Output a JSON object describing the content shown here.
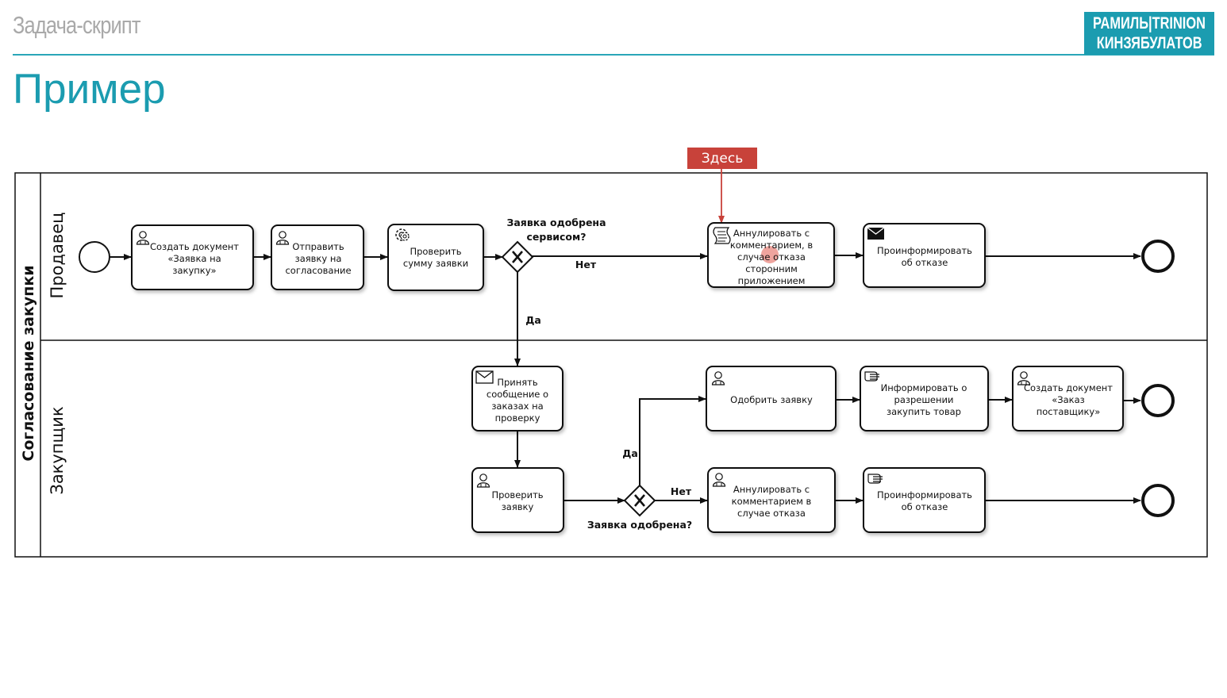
{
  "header": {
    "topic": "Задача-скрипт",
    "logo_line1": "РАМИЛЬ|TRINION",
    "logo_line2": "КИНЗЯБУЛАТОВ",
    "title": "Пример"
  },
  "callout": {
    "label": "Здесь",
    "color": "#c8423a"
  },
  "colors": {
    "accent": "#1b9cb0",
    "rule": "#2aa6b8"
  },
  "diagram": {
    "pool_label": "Согласование закупки",
    "lanes": {
      "seller": "Продавец",
      "buyer": "Закупщик"
    },
    "tasks": {
      "t1": {
        "label": "Создать документ «Заявка на закупку»",
        "icon": "user-icon"
      },
      "t2": {
        "label": "Отправить заявку на согласование",
        "icon": "user-icon"
      },
      "t3": {
        "label": "Проверить сумму заявки",
        "icon": "gear-icon"
      },
      "t4": {
        "label": "Аннулировать с комментарием, в случае отказа сторонним приложением",
        "icon": "script-icon"
      },
      "t5": {
        "label": "Проинформировать об отказе",
        "icon": "send-envelope-icon"
      },
      "t6": {
        "label": "Принять сообщение о заказах на проверку",
        "icon": "receive-envelope-icon"
      },
      "t7": {
        "label": "Проверить заявку",
        "icon": "user-icon"
      },
      "t8": {
        "label": "Одобрить заявку",
        "icon": "user-icon"
      },
      "t9": {
        "label": "Информировать о разрешении закупить товар",
        "icon": "manual-hand-icon"
      },
      "t10": {
        "label": "Создать документ «Заказ поставщику»",
        "icon": "user-icon"
      },
      "t11": {
        "label": "Аннулировать с комментарием в случае отказа",
        "icon": "user-icon"
      },
      "t12": {
        "label": "Проинформировать об отказе",
        "icon": "manual-hand-icon"
      }
    },
    "gateways": {
      "g1": {
        "question": "Заявка одобрена сервисом?",
        "no": "Нет",
        "yes": "Да"
      },
      "g2": {
        "question": "Заявка одобрена?",
        "no": "Нет",
        "yes": "Да"
      }
    }
  }
}
